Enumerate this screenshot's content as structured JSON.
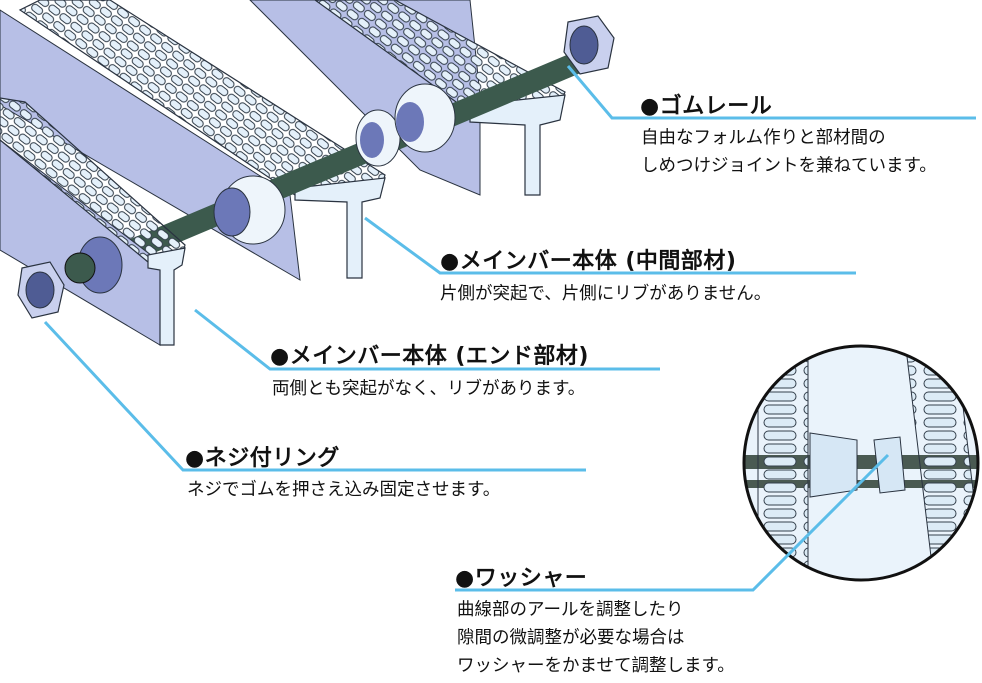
{
  "colors": {
    "leader": "#5bbde9",
    "bar_top": "#e4f0fa",
    "bar_face": "#b7bfe6",
    "rod": "#3c5a4d",
    "outline": "#2a3340"
  },
  "callouts": {
    "rubber_rail": {
      "title": "●ゴムレール",
      "desc": [
        "自由なフォルム作りと部材間の",
        "しめつけジョイントを兼ねています。"
      ]
    },
    "main_bar_middle": {
      "title": "●メインバー本体 (中間部材)",
      "desc": [
        "片側が突起で、片側にリブがありません。"
      ]
    },
    "main_bar_end": {
      "title": "●メインバー本体 (エンド部材)",
      "desc": [
        "両側とも突起がなく、リブがあります。"
      ]
    },
    "screw_ring": {
      "title": "●ネジ付リング",
      "desc": [
        "ネジでゴムを押さえ込み固定させます。"
      ]
    },
    "washer": {
      "title": "●ワッシャー",
      "desc": [
        "曲線部のアールを調整したり",
        "隙間の微調整が必要な場合は",
        "ワッシャーをかませて調整します。"
      ]
    }
  }
}
